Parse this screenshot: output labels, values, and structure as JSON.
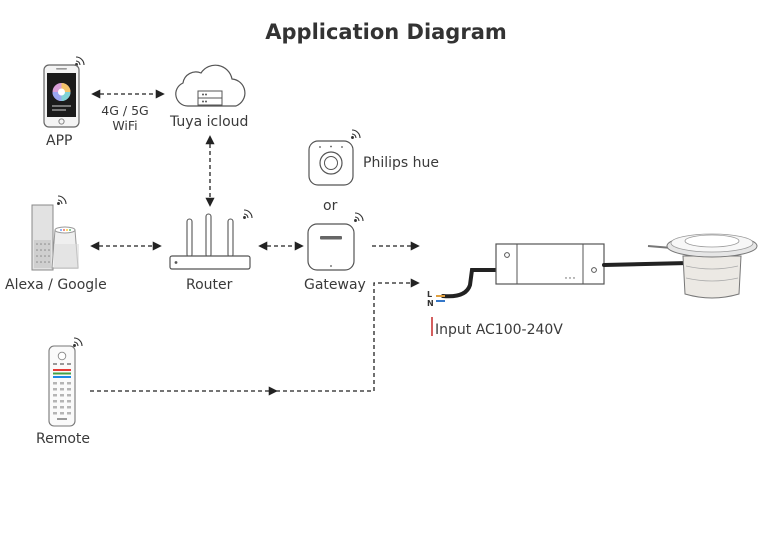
{
  "diagram": {
    "title": "Application Diagram",
    "nodes": {
      "app": {
        "label": "APP"
      },
      "cloud": {
        "label": "Tuya icloud"
      },
      "voice": {
        "label": "Alexa / Google"
      },
      "router": {
        "label": "Router"
      },
      "gateway": {
        "label": "Gateway"
      },
      "hue": {
        "label": "Philips hue"
      },
      "remote": {
        "label": "Remote"
      }
    },
    "link_app_cloud": {
      "line1": "4G / 5G",
      "line2": "WiFi"
    },
    "or_text": "or",
    "wire_labels": {
      "live": "L",
      "neutral": "N"
    },
    "input_label": "Input AC100-240V"
  }
}
